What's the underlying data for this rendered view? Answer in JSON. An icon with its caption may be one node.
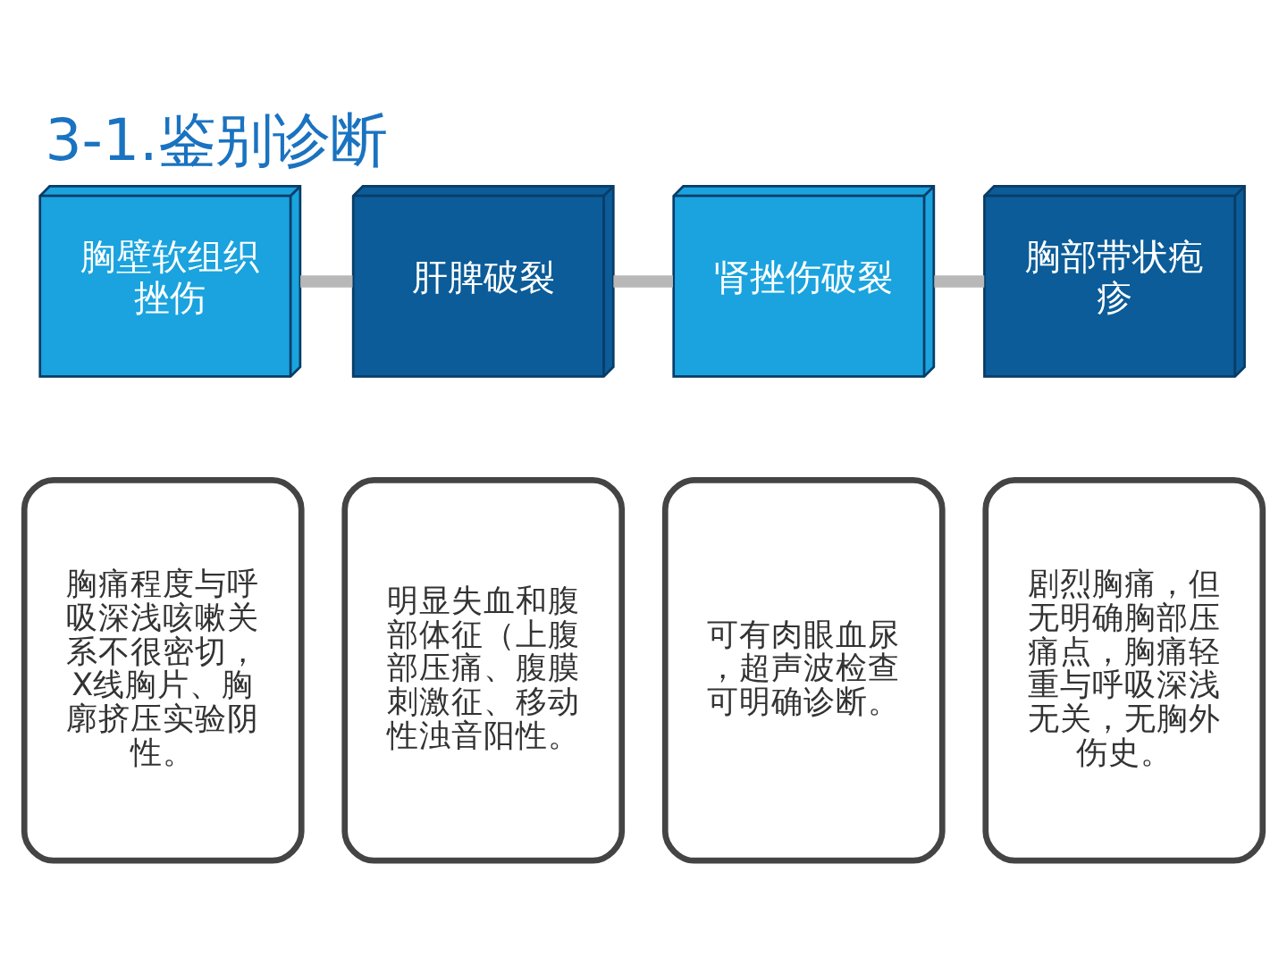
{
  "diagram": {
    "title": "3-1.鉴别诊断",
    "nodes": [
      {
        "text": [
          "胸壁软组织挫伤"
        ]
      },
      {
        "text": [
          "肝脾破裂"
        ]
      },
      {
        "text": [
          "肾挫伤破裂"
        ]
      },
      {
        "text": [
          "胸部带状疱疹"
        ]
      },
      {
        "text": [
          "胸痛程度与呼吸深浅咳嗽关系不很密切，X线胸片、胸廓挤压实验阴性。"
        ]
      },
      {
        "text": [
          "明显失血和腹部体征（上腹部压痛、腹膜刺激征、移动性浊音阳性。"
        ]
      },
      {
        "text": [
          "可有肉眼血尿，超声波检查可明确诊断。"
        ]
      },
      {
        "text": [
          "剧烈胸痛，但无明确胸部压痛点，胸痛轻重与呼吸深浅无关，无胸外伤史。"
        ]
      }
    ],
    "edges": [
      {
        "from": 0,
        "to": 1,
        "arrow": "none"
      },
      {
        "from": 1,
        "to": 2,
        "arrow": "none"
      },
      {
        "from": 2,
        "to": 3,
        "arrow": "none"
      }
    ]
  }
}
